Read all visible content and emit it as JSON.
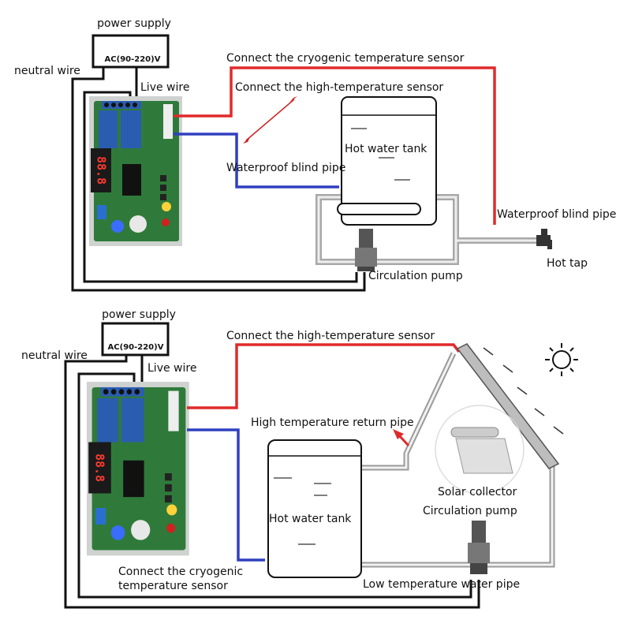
{
  "top": {
    "power_supply": "power supply",
    "voltage": "AC(90-220)V",
    "neutral_wire": "neutral wire",
    "live_wire": "Live  wire",
    "cryogenic_sensor": "Connect the cryogenic temperature sensor",
    "high_temp_sensor": "Connect the high-temperature sensor",
    "tank": "Hot water tank",
    "blind_pipe_left": "Waterproof blind pipe",
    "blind_pipe_right": "Waterproof blind pipe",
    "hot_tap": "Hot tap",
    "pump": "Circulation pump"
  },
  "bottom": {
    "power_supply": "power supply",
    "voltage": "AC(90-220)V",
    "neutral_wire": "neutral wire",
    "live_wire": "Live  wire",
    "high_temp_sensor": "Connect the high-temperature sensor",
    "return_pipe": "High temperature return pipe",
    "tank": "Hot water tank",
    "cryogenic_sensor_line1": "Connect the cryogenic",
    "cryogenic_sensor_line2": "temperature sensor",
    "solar_collector": "Solar collector",
    "pump": "Circulation pump",
    "low_temp_pipe": "Low temperature water pipe"
  },
  "display_digits": "88.8",
  "colors": {
    "hot_wire": "#e02a2a",
    "cold_wire": "#3040c0",
    "pcb": "#2f7a3a",
    "relay": "#2a5db0",
    "pipe": "#a8a8a8"
  }
}
